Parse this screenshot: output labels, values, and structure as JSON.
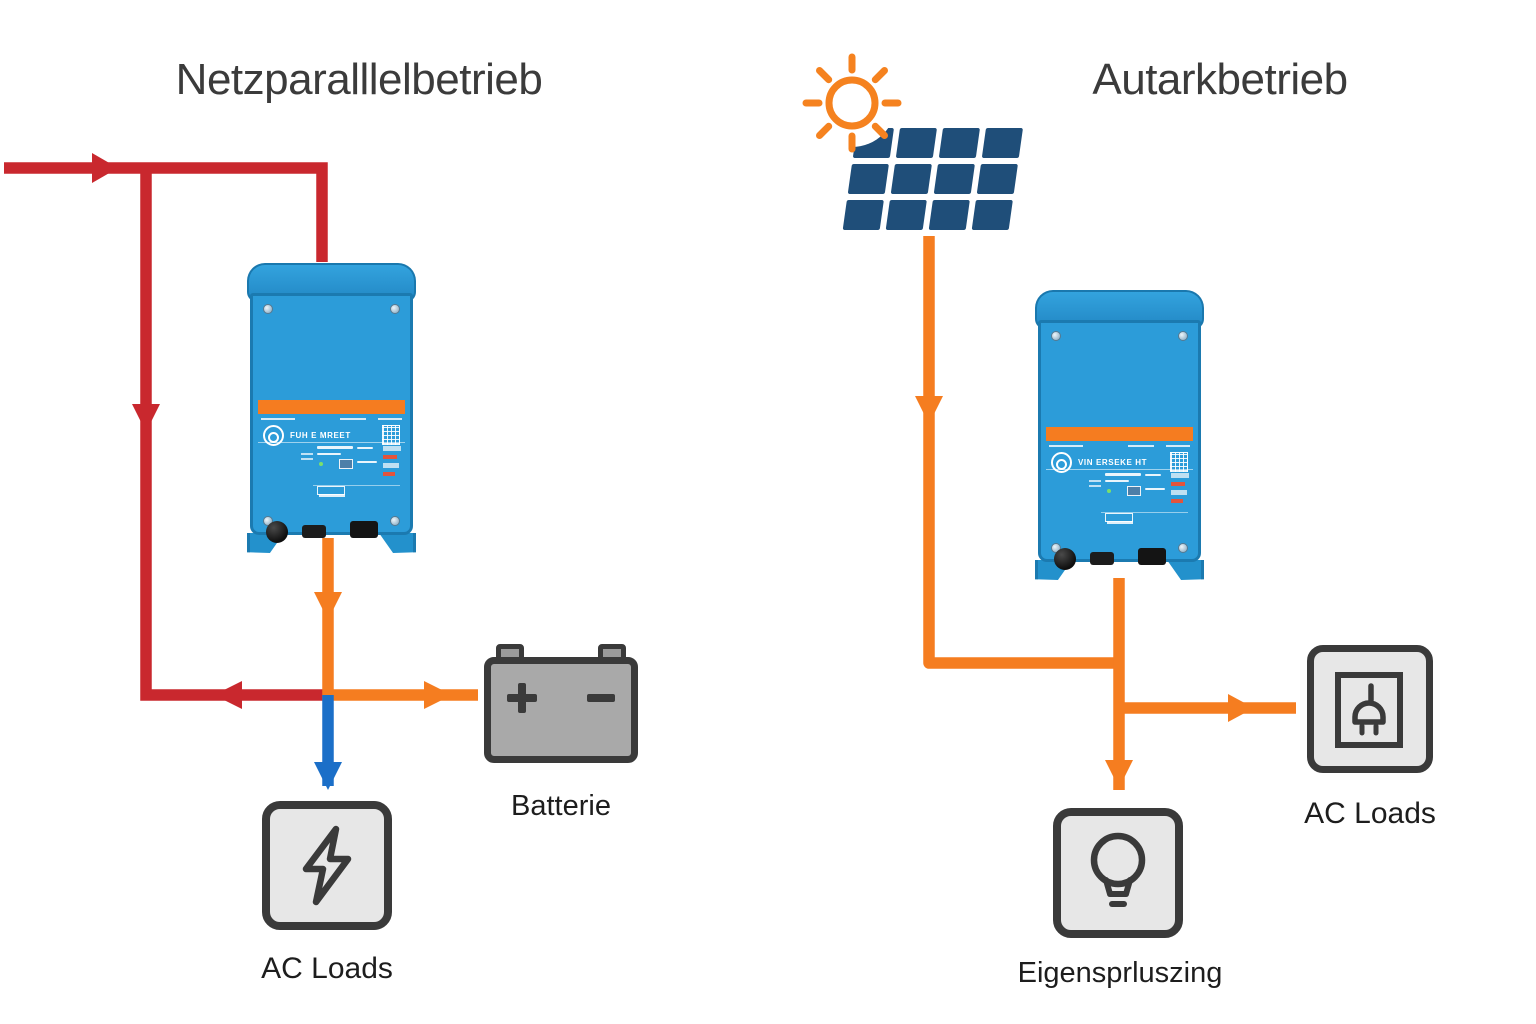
{
  "left_diagram": {
    "title": "Netzparalllelbetrieb",
    "inverter_brand_text": "FUH E MREET",
    "battery": {
      "label": "Batterie",
      "plus_symbol": "+",
      "minus_symbol": "−"
    },
    "ac_loads": {
      "label": "AC Loads"
    }
  },
  "right_diagram": {
    "title": "Autarkbetrieb",
    "inverter_brand_text": "VIN ERSEKE HT",
    "ac_loads": {
      "label": "AC Loads"
    },
    "self_consumption": {
      "label": "Eigensprluszing"
    }
  },
  "colors": {
    "grid_line_red": "#c9282e",
    "dc_line_orange": "#f57d20",
    "ac_line_blue": "#1b6fc8",
    "inverter_body_blue": "#2c9cd9",
    "inverter_stripe_orange": "#f57c20",
    "solar_cell_blue": "#1f4e79",
    "sun_orange": "#f5821f",
    "icon_dark_gray": "#3a3a3a",
    "box_fill_gray": "#e7e7e7",
    "battery_fill_gray": "#a9a9a9",
    "title_text": "#3b3b3b",
    "label_text": "#1d1d1d"
  }
}
